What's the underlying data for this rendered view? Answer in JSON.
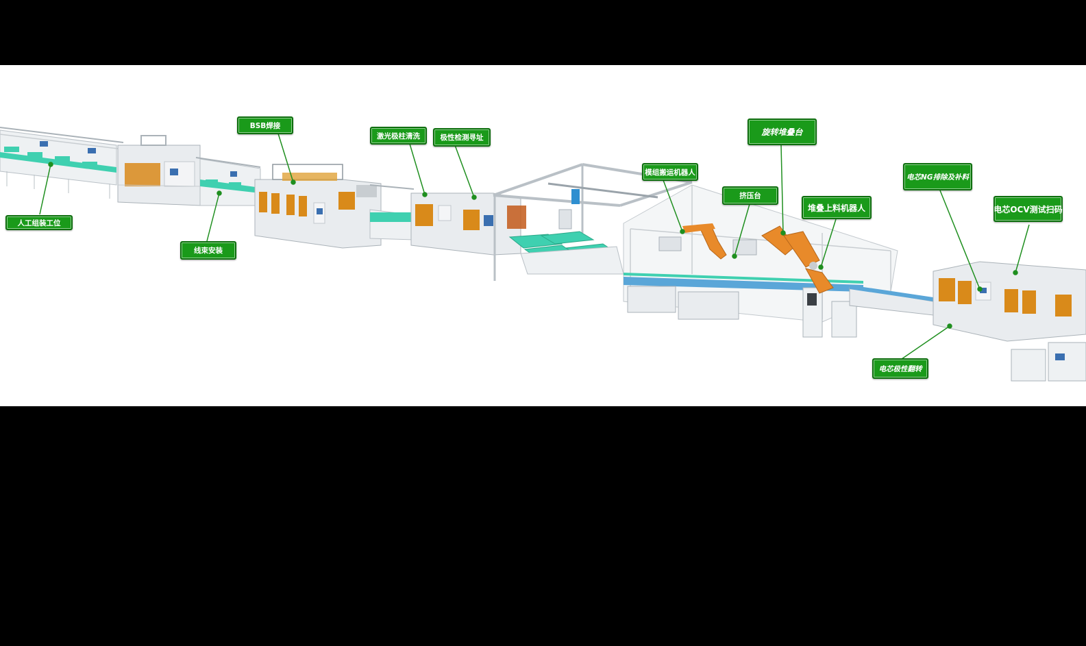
{
  "colors": {
    "background": "#000000",
    "canvas": "#ffffff",
    "label_fill": "#1a9a1a",
    "label_border": "#0d6e0d",
    "leader_line": "#1f8f1f",
    "conveyor": "#3fd0b0",
    "machine_body": "#e9ecef",
    "window": "#d98a1a",
    "robot": "#e88a2a",
    "screen": "#3a6fb0"
  },
  "labels": {
    "manual_assembly": "人工组装工位",
    "bsb_welding": "BSB焊接",
    "harness_install": "线束安装",
    "laser_cleaning": "激光极柱清洗",
    "polarity_check": "极性检测寻址",
    "module_robot": "模组搬运机器人",
    "rotary_stacking": "旋转堆叠台",
    "extrusion": "挤压台",
    "stack_robot": "堆叠上料机器人",
    "cell_ng": "电芯NG排除及补料",
    "cell_ocv": "电芯OCV测试扫码",
    "cell_flip": "电芯极性翻转"
  }
}
